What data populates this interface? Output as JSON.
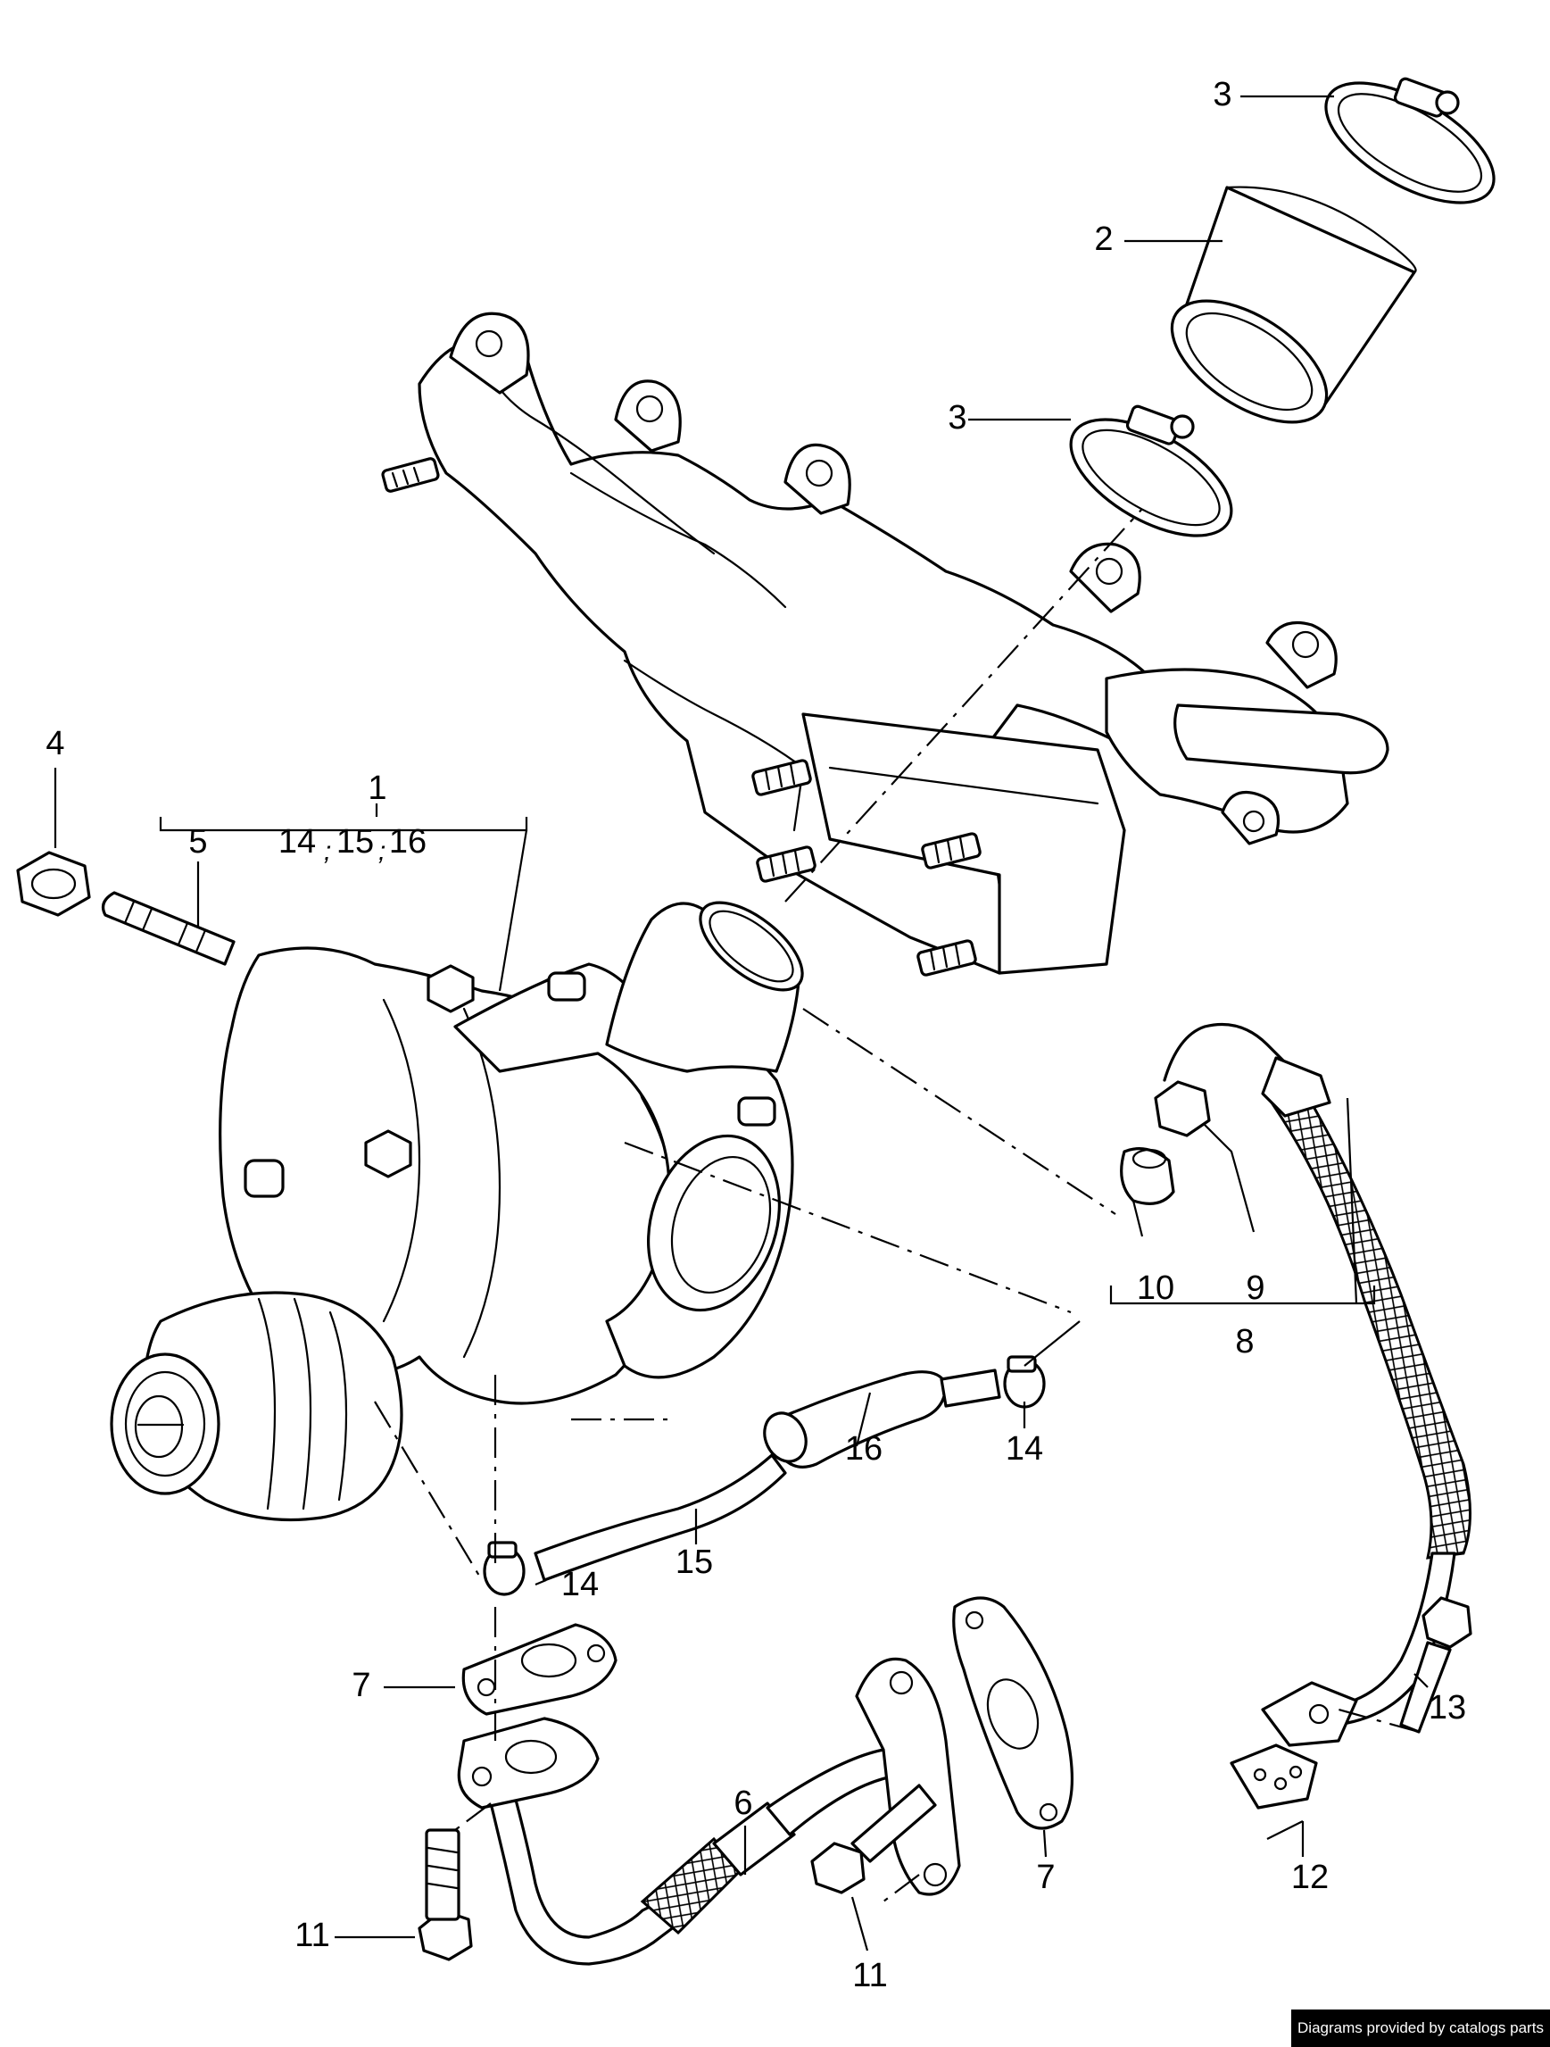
{
  "callouts": {
    "c1": "1",
    "c2": "2",
    "c3a": "3",
    "c3b": "3",
    "c4": "4",
    "c5": "5",
    "c6": "6",
    "c7a": "7",
    "c7b": "7",
    "c8": "8",
    "c9": "9",
    "c10": "10",
    "c11a": "11",
    "c11b": "11",
    "c12": "12",
    "c13": "13",
    "c14a": "14",
    "c14b": "14",
    "c14c": "14",
    "c15a": "15",
    "c15b": "15",
    "c16a": "16",
    "c16b": "16"
  },
  "separators": {
    "s1": ";",
    "s2": ";"
  },
  "footer": {
    "credit": "Diagrams provided by catalogs parts"
  }
}
